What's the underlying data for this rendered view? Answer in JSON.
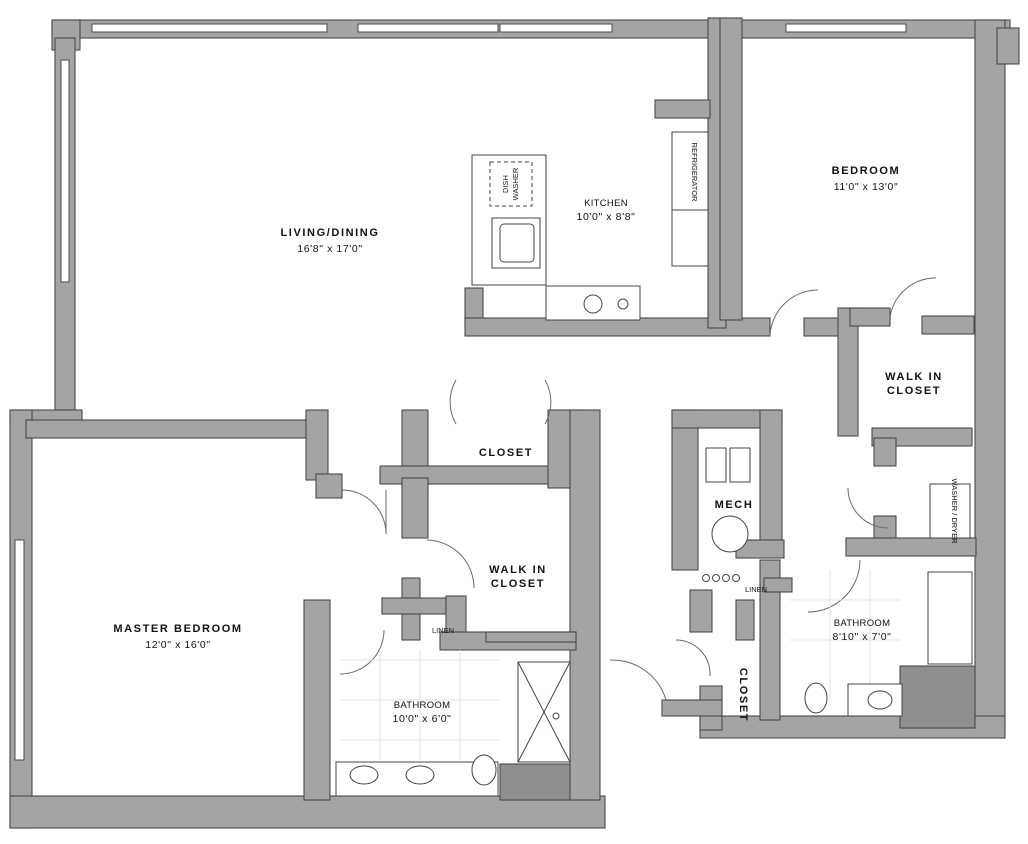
{
  "rooms": {
    "living_dining": {
      "name": "LIVING/DINING",
      "size": "16'8\" x 17'0\""
    },
    "kitchen": {
      "name": "KITCHEN",
      "size": "10'0\" x 8'8\""
    },
    "bedroom": {
      "name": "BEDROOM",
      "size": "11'0\" x 13'0\""
    },
    "master_bedroom": {
      "name": "MASTER BEDROOM",
      "size": "12'0\" x 16'0\""
    },
    "bathroom_master": {
      "name": "BATHROOM",
      "size": "10'0\" x 6'0\""
    },
    "bathroom_second": {
      "name": "BATHROOM",
      "size": "8'10\" x 7'0\""
    },
    "walk_in_closet_master": {
      "line1": "WALK IN",
      "line2": "CLOSET"
    },
    "walk_in_closet_bedroom": {
      "line1": "WALK IN",
      "line2": "CLOSET"
    },
    "closet_hall": {
      "name": "CLOSET"
    },
    "closet_entry": {
      "name": "CLOSET"
    },
    "mech": {
      "name": "MECH"
    }
  },
  "fixtures": {
    "dishwasher": {
      "line1": "DISH",
      "line2": "WASHER"
    },
    "refrigerator": "REFRIGERATOR",
    "washer_dryer": "WASHER / DRYER",
    "linen_master": "LINEN",
    "linen_second": "LINEN"
  },
  "colors": {
    "wall": "#a4a4a4",
    "wall_dark": "#8e8e8e",
    "outline": "#4a4a4a",
    "background": "#ffffff"
  }
}
